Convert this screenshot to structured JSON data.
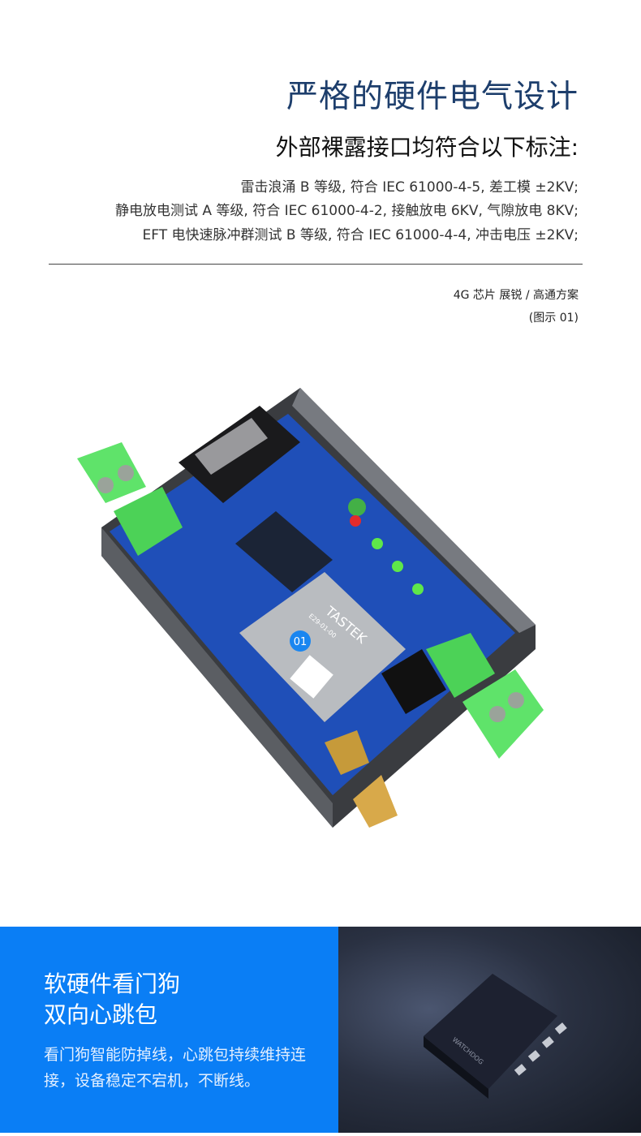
{
  "header": {
    "title": "严格的硬件电气设计",
    "subtitle": "外部裸露接口均符合以下标注:"
  },
  "specs": [
    "雷击浪涌 B 等级, 符合 IEC 61000-4-5, 差工模 ±2KV;",
    "静电放电测试 A 等级, 符合 IEC 61000-4-2, 接触放电 6KV, 气隙放电 8KV;",
    "EFT 电快速脉冲群测试 B 等级, 符合 IEC 61000-4-4, 冲击电压 ±2KV;"
  ],
  "caption": {
    "line1": "4G 芯片 展锐 / 高通方案",
    "line2": "(图示 01)"
  },
  "device": {
    "brand": "TASTEK",
    "model": "E29-01-00",
    "marker": "01",
    "colors": {
      "pcb": "#1f4fb8",
      "terminal": "#5fe36a",
      "marker": "#1a86f0"
    }
  },
  "banner": {
    "title_line1": "软硬件看门狗",
    "title_line2": "双向心跳包",
    "desc": "看门狗智能防掉线，心跳包持续维持连接，设备稳定不宕机，不断线。",
    "chip_label": "WATCHDOG",
    "colors": {
      "blue": "#0a7ef5"
    }
  }
}
